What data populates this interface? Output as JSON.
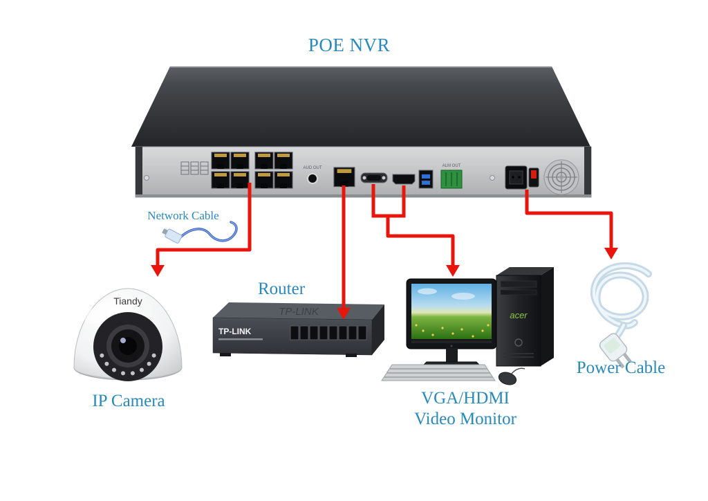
{
  "title": "POE NVR",
  "labels": {
    "network_cable": "Network Cable",
    "router": "Router",
    "ip_camera": "IP Camera",
    "monitor_line1": "VGA/HDMI",
    "monitor_line2": "Video Monitor",
    "power_cable": "Power Cable"
  },
  "device_text": {
    "camera_brand": "Tiandy",
    "router_brand": "TP-LINK",
    "tower_brand": "acer",
    "aud_out_label": "AUD OUT",
    "alm_out_label": "ALM OUT"
  },
  "colors": {
    "label_text": "#2789bd",
    "connection_line": "#e8150d"
  },
  "diagram": {
    "type": "connection-diagram",
    "central_device": "POE NVR",
    "connections": [
      {
        "from": "PoE camera port",
        "to": "IP Camera",
        "via": "Network Cable"
      },
      {
        "from": "LAN port",
        "to": "Router",
        "via": ""
      },
      {
        "from": "VGA and HDMI ports",
        "to": "VGA/HDMI Video Monitor",
        "via": ""
      },
      {
        "from": "Power inlet",
        "to": "Power Cable",
        "via": ""
      }
    ]
  }
}
